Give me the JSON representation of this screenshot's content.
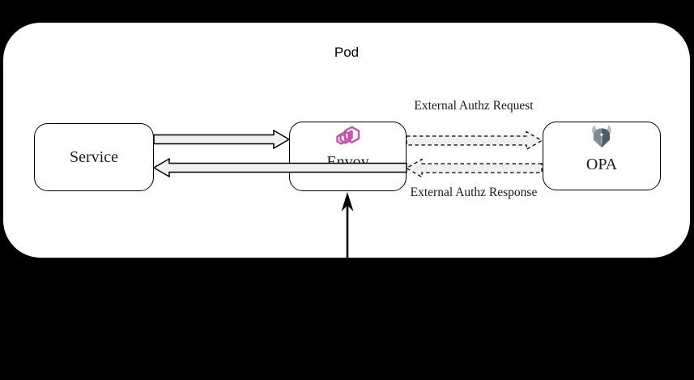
{
  "diagram": {
    "pod_label": "Pod",
    "nodes": {
      "service": {
        "label": "Service"
      },
      "envoy": {
        "label": "Envoy",
        "icon": "envoy-hexagons-logo"
      },
      "opa": {
        "label": "OPA",
        "icon": "opa-helmet-logo"
      }
    },
    "edges": {
      "service_to_envoy": {
        "style": "solid-block-arrow",
        "direction": "right"
      },
      "envoy_to_service": {
        "style": "solid-block-arrow",
        "direction": "left"
      },
      "envoy_to_opa": {
        "style": "dashed-block-arrow",
        "direction": "right",
        "label": "External Authz Request"
      },
      "opa_to_envoy": {
        "style": "dashed-block-arrow",
        "direction": "left",
        "label": "External Authz Response"
      },
      "incoming_to_envoy": {
        "style": "solid-line-arrow",
        "direction": "up"
      }
    },
    "labels": {
      "request_label": "External Authz Request",
      "response_label": "External Authz Response"
    },
    "colors": {
      "background": "#000000",
      "panel": "#ffffff",
      "box_border": "#000000",
      "arrow_fill": "#f0f0f0",
      "arrow_stroke": "#000000",
      "envoy_pink": "#c94fa6",
      "opa_slate_light": "#7d8e97",
      "opa_slate_dark": "#4d5d65",
      "opa_horn_gray": "#b4babd",
      "text": "#1a1a1a"
    }
  }
}
